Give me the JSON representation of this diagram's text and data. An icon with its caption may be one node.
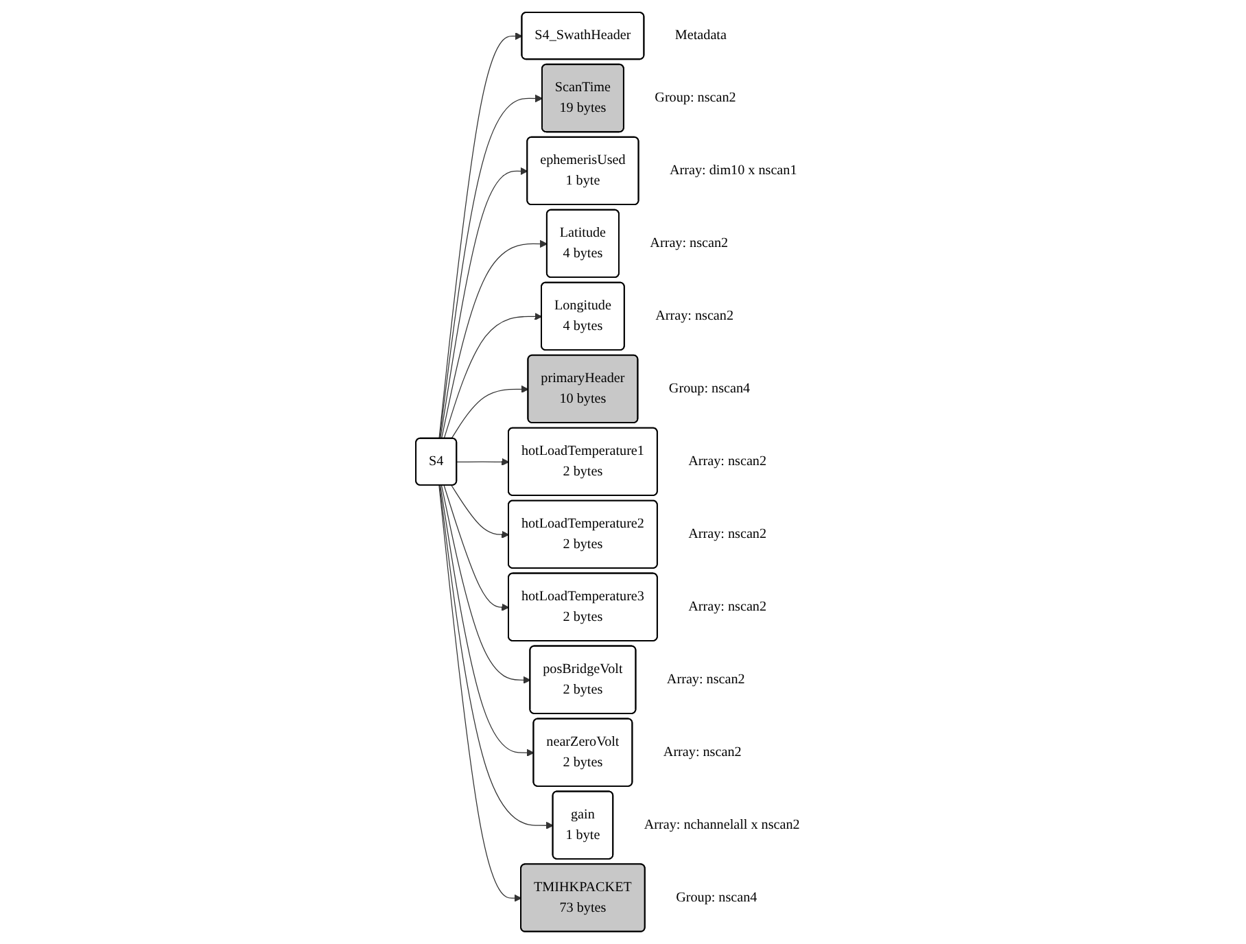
{
  "diagram": {
    "nodes": [
      {
        "text": [
          "S4"
        ]
      },
      {
        "text": [
          "S4_SwathHeader"
        ],
        "beside": [
          "Metadata"
        ]
      },
      {
        "text": [
          "ScanTime",
          "19 bytes"
        ],
        "beside": [
          "Group: nscan2"
        ]
      },
      {
        "text": [
          "ephemerisUsed",
          "1 byte"
        ],
        "beside": [
          "Array: dim10 x nscan1"
        ]
      },
      {
        "text": [
          "Latitude",
          "4 bytes"
        ],
        "beside": [
          "Array: nscan2"
        ]
      },
      {
        "text": [
          "Longitude",
          "4 bytes"
        ],
        "beside": [
          "Array: nscan2"
        ]
      },
      {
        "text": [
          "primaryHeader",
          "10 bytes"
        ],
        "beside": [
          "Group: nscan4"
        ]
      },
      {
        "text": [
          "hotLoadTemperature1",
          "2 bytes"
        ],
        "beside": [
          "Array: nscan2"
        ]
      },
      {
        "text": [
          "hotLoadTemperature2",
          "2 bytes"
        ],
        "beside": [
          "Array: nscan2"
        ]
      },
      {
        "text": [
          "hotLoadTemperature3",
          "2 bytes"
        ],
        "beside": [
          "Array: nscan2"
        ]
      },
      {
        "text": [
          "posBridgeVolt",
          "2 bytes"
        ],
        "beside": [
          "Array: nscan2"
        ]
      },
      {
        "text": [
          "nearZeroVolt",
          "2 bytes"
        ],
        "beside": [
          "Array: nscan2"
        ]
      },
      {
        "text": [
          "gain",
          "1 byte"
        ],
        "beside": [
          "Array: nchannelall x nscan2"
        ]
      },
      {
        "text": [
          "TMIHKPACKET",
          "73 bytes"
        ],
        "beside": [
          "Group: nscan4"
        ]
      }
    ],
    "edges": [
      {
        "from": 0,
        "to": 1,
        "arrow": "to"
      },
      {
        "from": 0,
        "to": 2,
        "arrow": "to"
      },
      {
        "from": 0,
        "to": 3,
        "arrow": "to"
      },
      {
        "from": 0,
        "to": 4,
        "arrow": "to"
      },
      {
        "from": 0,
        "to": 5,
        "arrow": "to"
      },
      {
        "from": 0,
        "to": 6,
        "arrow": "to"
      },
      {
        "from": 0,
        "to": 7,
        "arrow": "to"
      },
      {
        "from": 0,
        "to": 8,
        "arrow": "to"
      },
      {
        "from": 0,
        "to": 9,
        "arrow": "to"
      },
      {
        "from": 0,
        "to": 10,
        "arrow": "to"
      },
      {
        "from": 0,
        "to": 11,
        "arrow": "to"
      },
      {
        "from": 0,
        "to": 12,
        "arrow": "to"
      },
      {
        "from": 0,
        "to": 13,
        "arrow": "to"
      }
    ]
  }
}
